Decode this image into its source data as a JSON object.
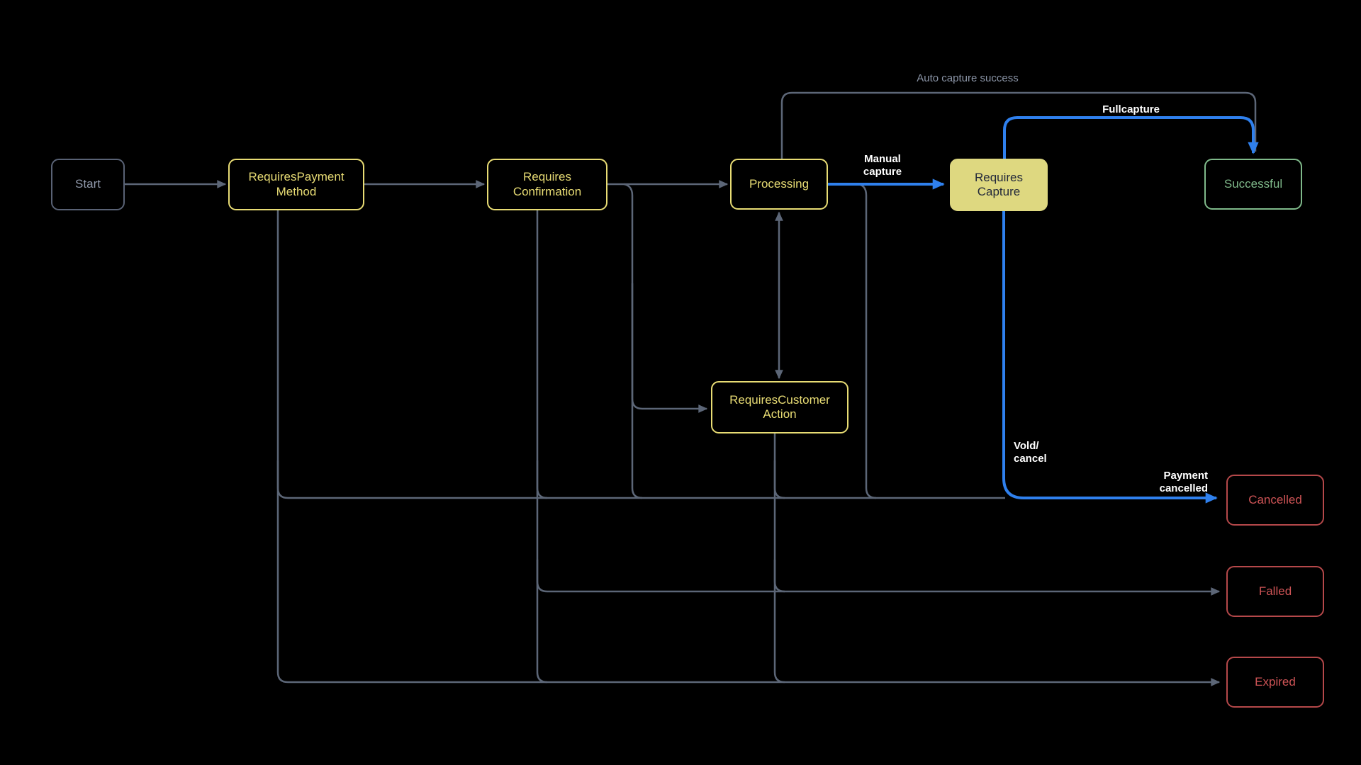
{
  "diagram": {
    "nodes": {
      "start": {
        "label": "Start"
      },
      "requires_payment_method": {
        "label": "RequiresPayment Method"
      },
      "requires_confirmation": {
        "label": "Requires Confirmation"
      },
      "processing": {
        "label": "Processing"
      },
      "requires_capture": {
        "label": "Requires Capture"
      },
      "successful": {
        "label": "Successful"
      },
      "requires_customer_action": {
        "label": "RequiresCustomer Action"
      },
      "cancelled": {
        "label": "Cancelled"
      },
      "failed": {
        "label": "Falled"
      },
      "expired": {
        "label": "Expired"
      }
    },
    "edge_labels": {
      "auto_capture": "Auto capture success",
      "full_capture": "Fullcapture",
      "manual_capture": "Manual capture",
      "void_cancel": "Vold/ cancel",
      "payment_cancelled": "Payment cancelled"
    },
    "colors": {
      "background": "#000000",
      "edge_gray": "#5c6677",
      "edge_blue": "#2f80ed",
      "state_yellow": "#e8dc74",
      "active_fill": "#ded880",
      "success_green": "#7fb98a",
      "error_red": "#cf5456",
      "neutral_gray": "#9099ab",
      "label_white": "#ffffff"
    }
  }
}
